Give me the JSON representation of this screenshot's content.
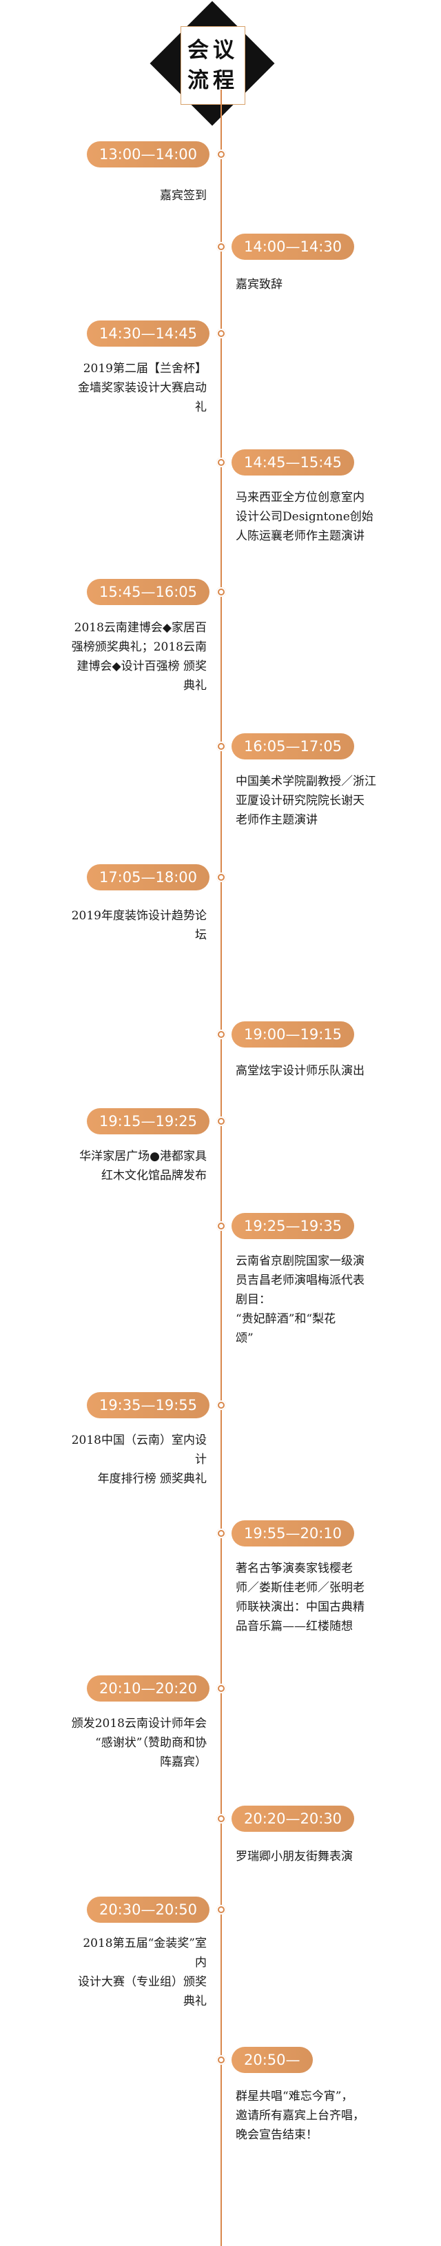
{
  "header": {
    "title_line1": "会议",
    "title_line2": "流程"
  },
  "events": [
    {
      "side": "left",
      "time": "13:00—14:00",
      "lines": [
        "嘉宾签到"
      ]
    },
    {
      "side": "right",
      "time": "14:00—14:30",
      "lines": [
        "嘉宾致辞"
      ]
    },
    {
      "side": "left",
      "time": "14:30—14:45",
      "lines": [
        "2019第二届【兰舍杯】",
        "金墙奖家装设计大赛启动",
        "礼"
      ]
    },
    {
      "side": "right",
      "time": "14:45—15:45",
      "lines": [
        "马来西亚全方位创意室内",
        "设计公司Designtone创始",
        "人陈运襄老师作主题演讲"
      ]
    },
    {
      "side": "left",
      "time": "15:45—16:05",
      "lines": [
        "2018云南建博会◆家居百",
        "强榜颁奖典礼；2018云南",
        "建博会◆设计百强榜 颁奖",
        "典礼"
      ]
    },
    {
      "side": "right",
      "time": "16:05—17:05",
      "lines": [
        "中国美术学院副教授／浙江",
        "亚厦设计研究院院长谢天",
        "老师作主题演讲"
      ]
    },
    {
      "side": "left",
      "time": "17:05—18:00",
      "lines": [
        "2019年度装饰设计趋势论",
        "坛"
      ]
    },
    {
      "side": "right",
      "time": "19:00—19:15",
      "lines": [
        "高堂炫宇设计师乐队演出"
      ]
    },
    {
      "side": "left",
      "time": "19:15—19:25",
      "lines": [
        "华洋家居广场●港都家具",
        "红木文化馆品牌发布"
      ]
    },
    {
      "side": "right",
      "time": "19:25—19:35",
      "lines": [
        "云南省京剧院国家一级演",
        "员吉昌老师演唱梅派代表",
        "剧目：",
        "“贵妃醉酒”和“梨花",
        "颂”"
      ]
    },
    {
      "side": "left",
      "time": "19:35—19:55",
      "lines": [
        "2018中国（云南）室内设",
        "计",
        "年度排行榜 颁奖典礼"
      ]
    },
    {
      "side": "right",
      "time": "19:55—20:10",
      "lines": [
        "著名古筝演奏家钱樱老",
        "师／娄斯佳老师／张明老",
        "师联袂演出：中国古典精",
        "品音乐篇——红楼随想"
      ]
    },
    {
      "side": "left",
      "time": "20:10—20:20",
      "lines": [
        "颁发2018云南设计师年会",
        "“感谢状”（赞助商和协",
        "阵嘉宾）"
      ]
    },
    {
      "side": "right",
      "time": "20:20—20:30",
      "lines": [
        "罗瑞卿小朋友街舞表演"
      ]
    },
    {
      "side": "left",
      "time": "20:30—20:50",
      "lines": [
        "2018第五届“金装奖”室",
        "内",
        "设计大赛（专业组）颁奖",
        "典礼"
      ]
    },
    {
      "side": "right",
      "time": "20:50—",
      "lines": [
        "群星共唱“难忘今宵”，",
        "邀请所有嘉宾上台齐唱，",
        "晚会宣告结束！"
      ]
    }
  ]
}
